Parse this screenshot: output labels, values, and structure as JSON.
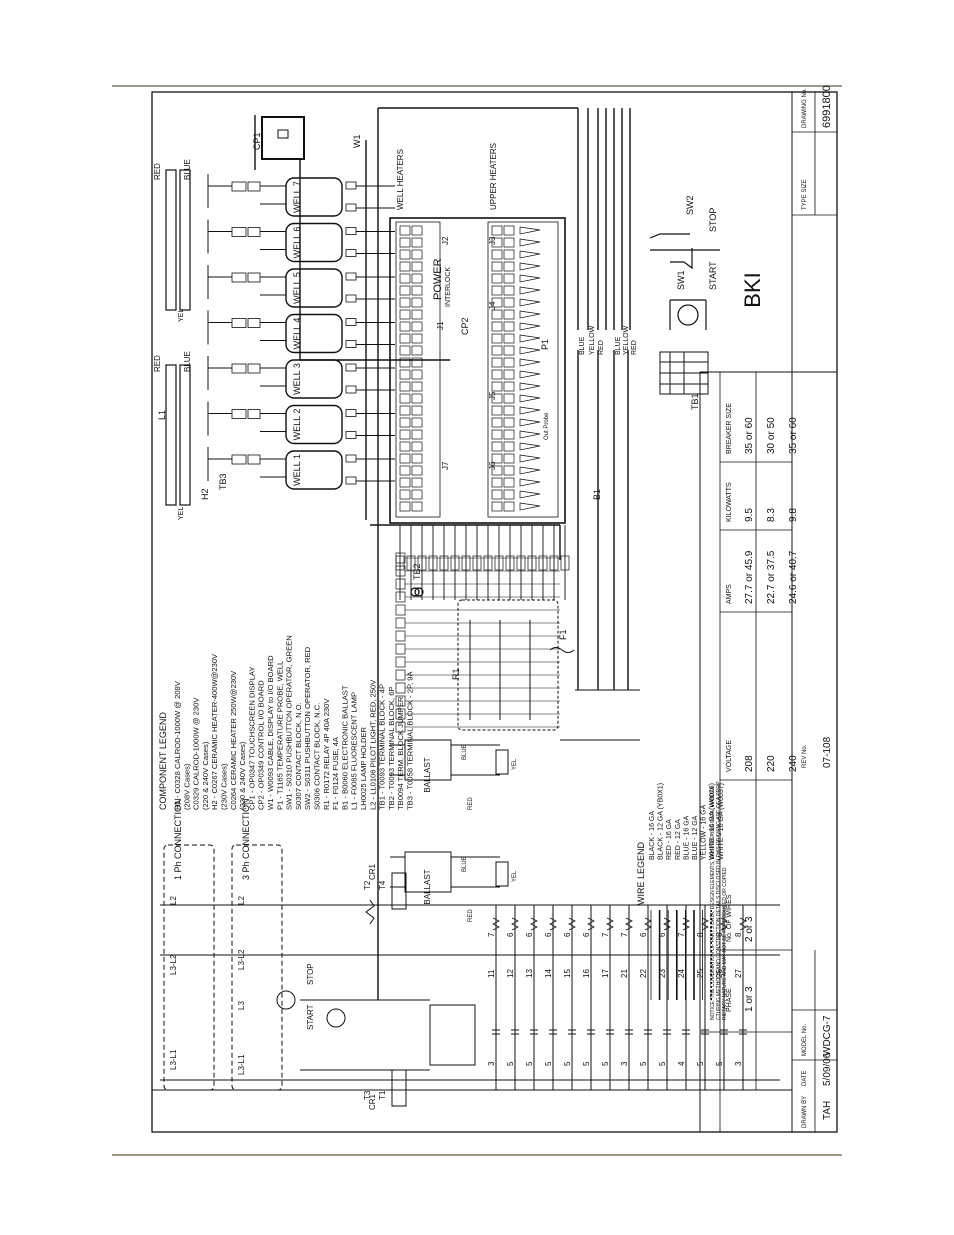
{
  "legend": {
    "title": "COMPONENT LEGEND",
    "lines": [
      "H1 - C0328 CALROD-1000W @ 208V",
      "(208V Cases)",
      "C0329 CALROD-1000W @ 230V",
      "(220 & 240V Cases)",
      "H2 - C0267 CERAMIC HEATER-400W@230V",
      "(230V Cases)",
      "C0264 CERAMIC HEATER 250W@230V",
      "(220 & 240V Cases)",
      "CP1 - OP0347 TOUCHSCREEN DISPLAY",
      "CP2 - OP0349 CONTROL I/O BOARD",
      "W1 - W0093 CABLE, DISPLAY to I/O BOARD",
      "P1 - T1165 TEMPERATURE PROBE, WELL",
      "SW1 - S0310 PUSHBUTTON OPERATOR, GREEN",
      "S0307 CONTACT BLOCK, N.O.",
      "SW2 - S0311 PUSHBUTTON OPERATOR, RED",
      "S0306 CONTACT BLOCK, N.C.",
      "R1 - R0172 RELAY 4P 40A 230V",
      "F1 - F0124 FUSE, 4A",
      "B1 - B0060 ELECTRONIC BALLAST",
      "L1 - F0085 FLUORESCENT LAMP",
      "LH0025 LAMP HOLDER",
      "L2 - LL0106 PILOT LIGHT, RED, 250V",
      "TB1 - T0093 TERMINAL BLOCK - 4P",
      "TB2 - T0093 TERMINAL BLOCK, 6P",
      "TB0094 TERM. BLOCK JUMPER",
      "TB3 - T0058 TERMINAL BLOCK - 2P, 9A"
    ]
  },
  "wire_legend": {
    "title": "WIRE LEGEND",
    "lines": [
      "BLACK - 16 GA",
      "BLACK - 12 GA (YB0X1)",
      "RED - 16 GA",
      "RED - 12 GA",
      "BLUE - 16 GA",
      "BLUE - 12 GA",
      "YELLOW - 16 GA",
      "WHITE - 16 GA (W0026)",
      "WHITE - 16 GA (W0037)"
    ]
  },
  "wells": [
    "WELL 7",
    "WELL 6",
    "WELL 5",
    "WELL 4",
    "WELL 3",
    "WELL 2",
    "WELL 1"
  ],
  "component_labels": {
    "cp1": "CP1",
    "w1": "W1",
    "cp2": "CP2",
    "power": "POWER",
    "interlock": "INTERLOCK",
    "well_heaters": "WELL HEATERS",
    "upper_heaters": "UPPER HEATERS",
    "h2": "H2",
    "tb3": "TB3",
    "tb2": "TB2",
    "tb1": "TB1",
    "b1": "B1",
    "l1": "L1",
    "r1": "R1",
    "f1": "F1",
    "p1": "P1",
    "sw1": "SW1",
    "sw2": "SW2",
    "start": "START",
    "stop": "STOP",
    "ballast": "BALLAST",
    "red": "RED",
    "blue": "BLUE",
    "yel": "YEL",
    "yellow": "YELLOW",
    "j1": "J1",
    "j2": "J2",
    "j3": "J3",
    "j4": "J4",
    "j5": "J5",
    "j6": "J6",
    "j7": "J7",
    "out_probe": "Out Probe",
    "cr1": "CR1",
    "t1": "T1",
    "t2": "T2",
    "t3": "T3",
    "t4": "T4",
    "l2": "L2",
    "l3": "L3",
    "l3_l1": "L3-L1",
    "l3_l2": "L3-L2",
    "one_ph": "1 Ph CONNECTION",
    "three_ph": "3 Ph CONNECTION"
  },
  "title_block": {
    "notice": "NOTICE: THE COMBINATION OF PARTS DATA, DESIGN ELEMENTS, ENGINEERING DATA, MANUFACTURING METHODS AND CONSTRUCTION DETAILS DISCLOSED IN THIS DRAWING ARE OF A PROPRIETARY NATURE AND MAY NOT BE REPRODUCED OR COPIED.",
    "headers": [
      "PHASE",
      "No. OF WIRES",
      "VOLTAGE",
      "AMPS",
      "KILOWATTS",
      "BREAKER SIZE"
    ],
    "rows": [
      [
        "1 or 3",
        "2 or 3",
        "208",
        "27.7 or 45.9",
        "9.5",
        "35 or 60"
      ],
      [
        "",
        "",
        "220",
        "22.7 or 37.5",
        "8.3",
        "30 or 50"
      ],
      [
        "",
        "",
        "240",
        "24.6 or 40.7",
        "9.8",
        "35 or 60"
      ]
    ],
    "drawn_by_label": "DRAWN BY",
    "drawn_by": "TAH",
    "date_label": "DATE",
    "date": "5/09/06",
    "model_label": "MODEL No.",
    "model": "WDCG-7",
    "rev_label": "REV No.",
    "rev": "07-108",
    "type_size_label": "TYPE SIZE",
    "drawing_label": "DRAWING No.",
    "drawing_no": "6991800",
    "logo": "BKI"
  }
}
